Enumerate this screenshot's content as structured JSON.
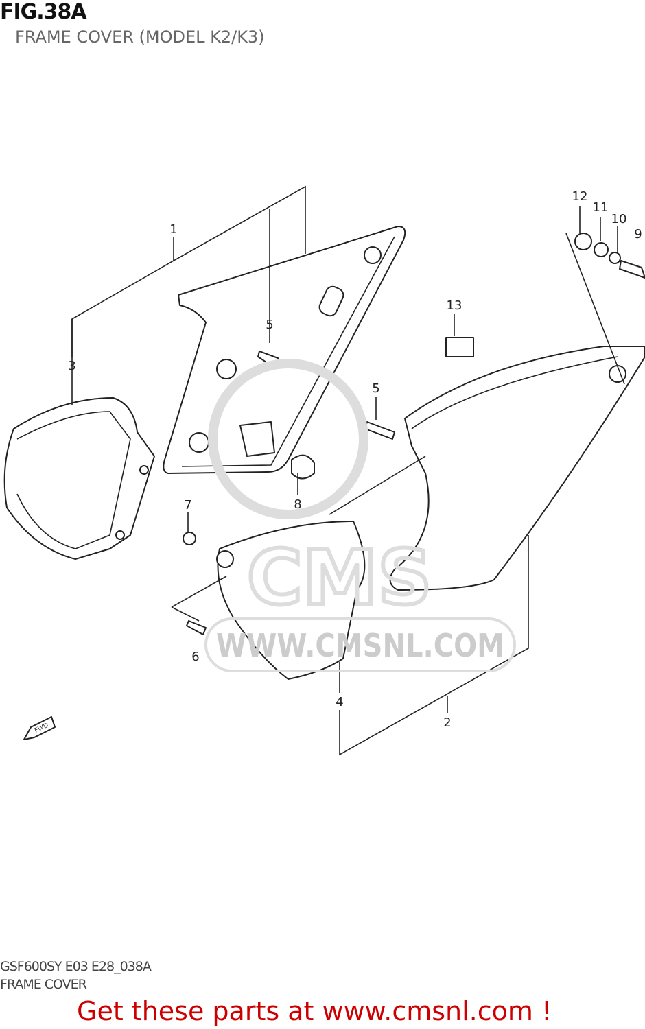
{
  "figure": {
    "number": "FIG.38A",
    "title": "FRAME COVER (MODEL K2/K3)"
  },
  "callouts": [
    "1",
    "2",
    "3",
    "4",
    "5",
    "5",
    "6",
    "7",
    "8",
    "9",
    "10",
    "11",
    "12",
    "13"
  ],
  "watermark": {
    "text": "WWW.CMSNL.COM",
    "logo": "CMS"
  },
  "fwd_label": "FWD",
  "footer": {
    "code": "GSF600SY E03 E28_038A",
    "name": "FRAME COVER",
    "promo": "Get these parts at www.cmsnl.com !"
  },
  "colors": {
    "promo": "#cc0000",
    "watermark": "#dddddd"
  }
}
